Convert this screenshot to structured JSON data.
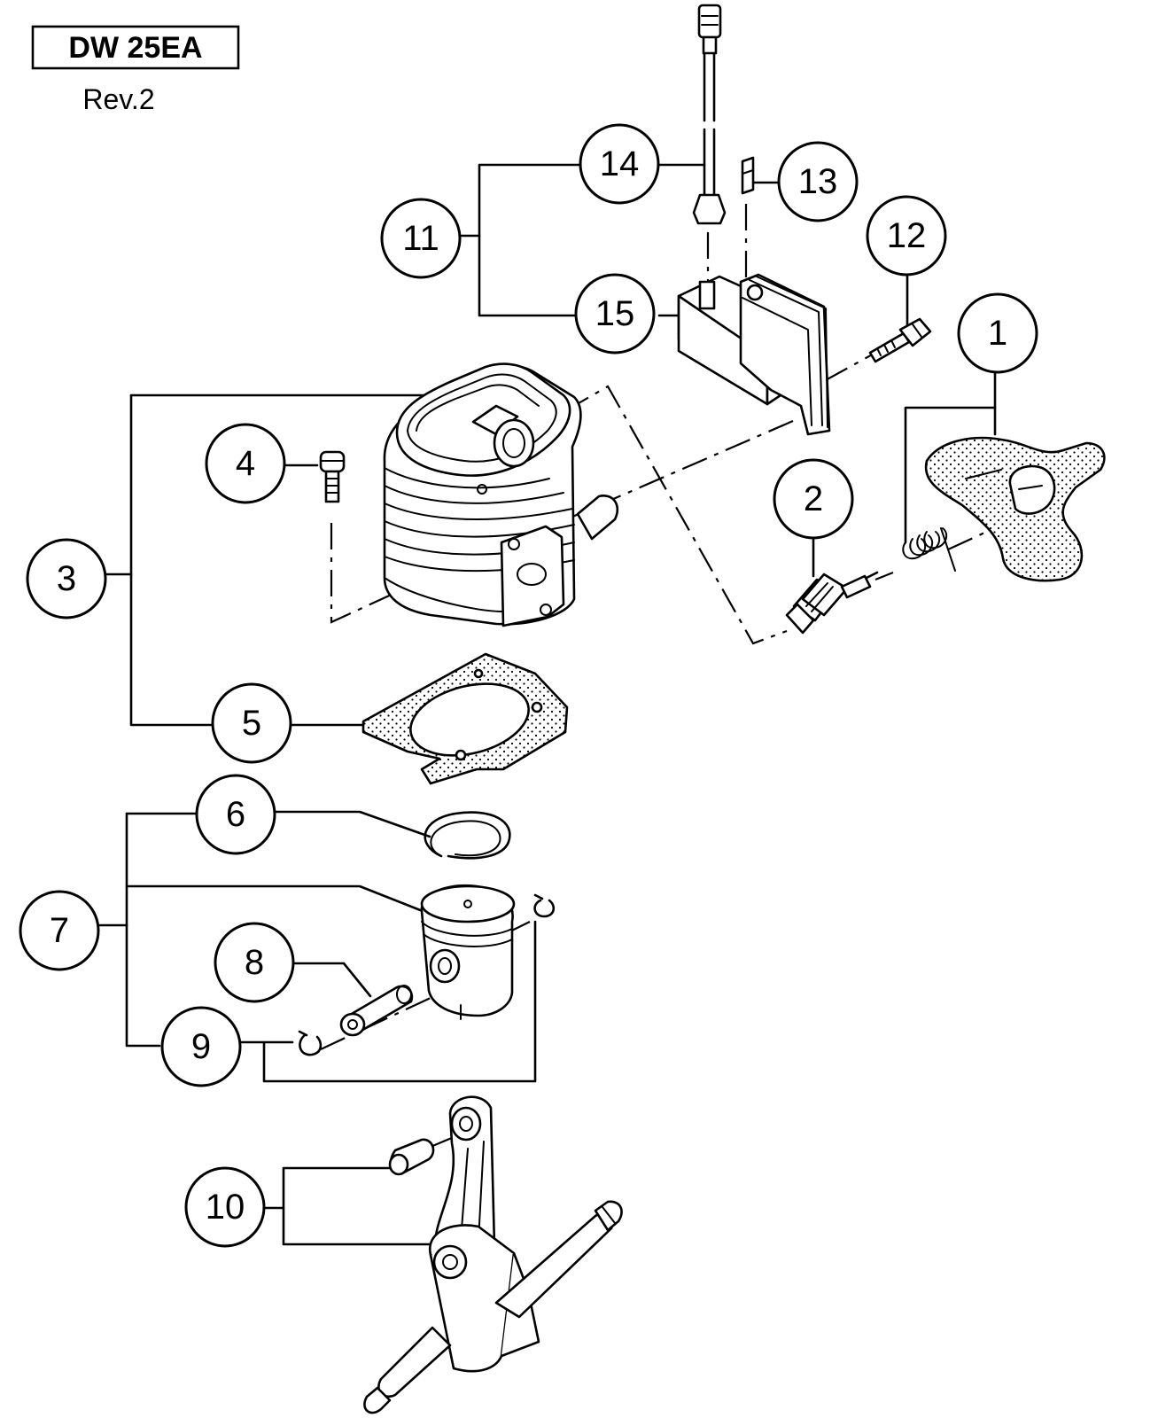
{
  "header": {
    "model": "DW 25EA",
    "revision": "Rev.2"
  },
  "callouts": [
    {
      "id": "1",
      "label": "1"
    },
    {
      "id": "2",
      "label": "2"
    },
    {
      "id": "3",
      "label": "3"
    },
    {
      "id": "4",
      "label": "4"
    },
    {
      "id": "5",
      "label": "5"
    },
    {
      "id": "6",
      "label": "6"
    },
    {
      "id": "7",
      "label": "7"
    },
    {
      "id": "8",
      "label": "8"
    },
    {
      "id": "9",
      "label": "9"
    },
    {
      "id": "10",
      "label": "10"
    },
    {
      "id": "11",
      "label": "11"
    },
    {
      "id": "12",
      "label": "12"
    },
    {
      "id": "13",
      "label": "13"
    },
    {
      "id": "14",
      "label": "14"
    },
    {
      "id": "15",
      "label": "15"
    }
  ],
  "parts": [
    {
      "ref": "1",
      "icon": "spark-plug-cap-icon"
    },
    {
      "ref": "2",
      "icon": "spark-plug-icon"
    },
    {
      "ref": "3",
      "icon": "cylinder-icon"
    },
    {
      "ref": "4",
      "icon": "screw-icon"
    },
    {
      "ref": "5",
      "icon": "cylinder-gasket-icon"
    },
    {
      "ref": "6",
      "icon": "piston-ring-icon"
    },
    {
      "ref": "7",
      "icon": "piston-icon"
    },
    {
      "ref": "8",
      "icon": "piston-pin-icon"
    },
    {
      "ref": "9",
      "icon": "circlip-icon"
    },
    {
      "ref": "10",
      "icon": "crankshaft-icon"
    },
    {
      "ref": "11",
      "icon": "ignition-coil-assembly-icon"
    },
    {
      "ref": "12",
      "icon": "bolt-icon"
    },
    {
      "ref": "13",
      "icon": "key-icon"
    },
    {
      "ref": "14",
      "icon": "high-tension-cord-icon"
    },
    {
      "ref": "15",
      "icon": "ignition-coil-icon"
    }
  ]
}
